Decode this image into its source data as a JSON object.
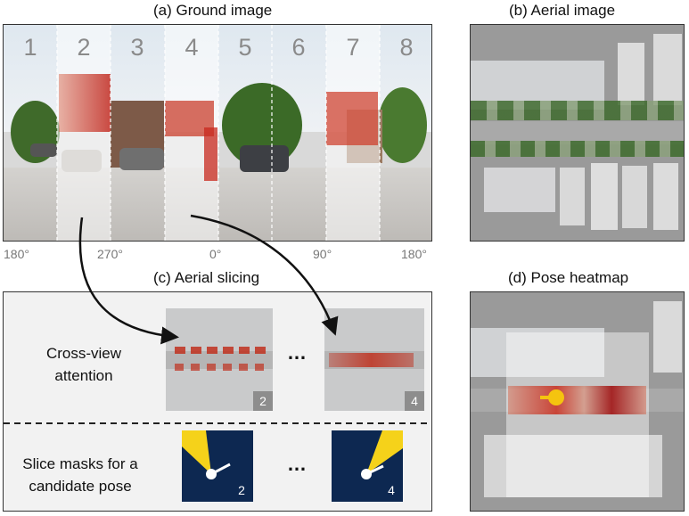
{
  "panels": {
    "ground": {
      "title": "(a) Ground image"
    },
    "aerial": {
      "title": "(b) Aerial image"
    },
    "slicing": {
      "title": "(c) Aerial slicing"
    },
    "heatmap": {
      "title": "(d) Pose heatmap"
    }
  },
  "ground": {
    "slice_numbers": [
      "1",
      "2",
      "3",
      "4",
      "5",
      "6",
      "7",
      "8"
    ],
    "degree_labels": [
      "180°",
      "270°",
      "0°",
      "90°",
      "180°"
    ]
  },
  "slicing": {
    "attention_label_line1": "Cross-view",
    "attention_label_line2": "attention",
    "mask_label_line1": "Slice masks for a",
    "mask_label_line2": "candidate pose",
    "ellipsis": "…",
    "attention_badges": [
      "2",
      "4"
    ],
    "mask_badges": [
      "2",
      "4"
    ]
  },
  "colors": {
    "attention_red": "#c0301e",
    "mask_navy": "#0d2851",
    "mask_yellow": "#f5d21a",
    "pose_marker": "#f5c40f"
  }
}
